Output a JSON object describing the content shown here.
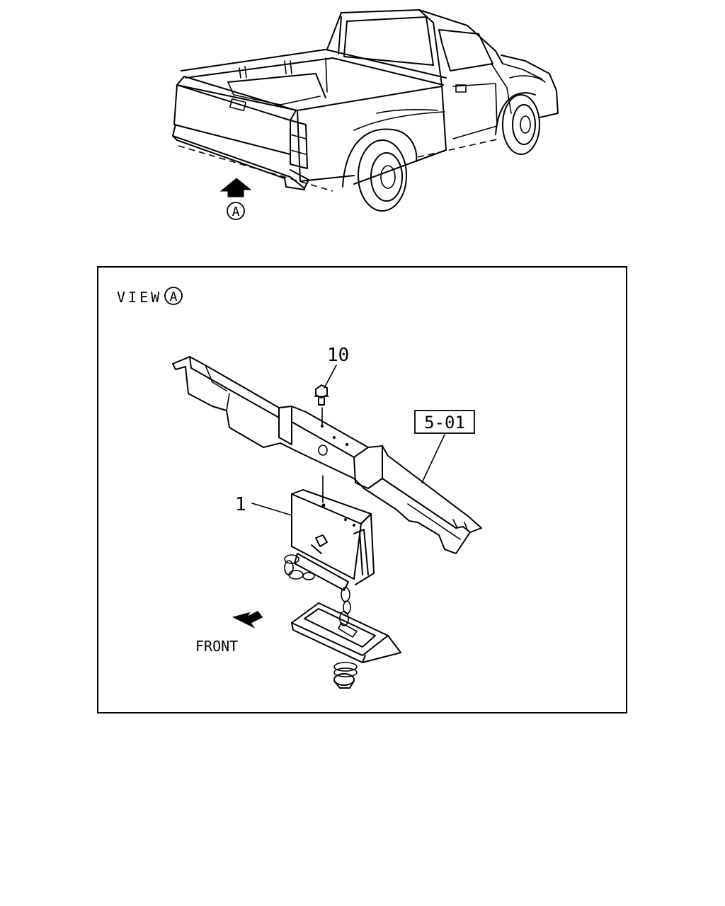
{
  "truck_view": {
    "view_marker": "A"
  },
  "detail": {
    "view_label": "VIEW",
    "view_marker": "A",
    "callouts": {
      "part_1": "1",
      "part_10": "10",
      "reference": "5-01"
    },
    "direction_label": "FRONT"
  }
}
